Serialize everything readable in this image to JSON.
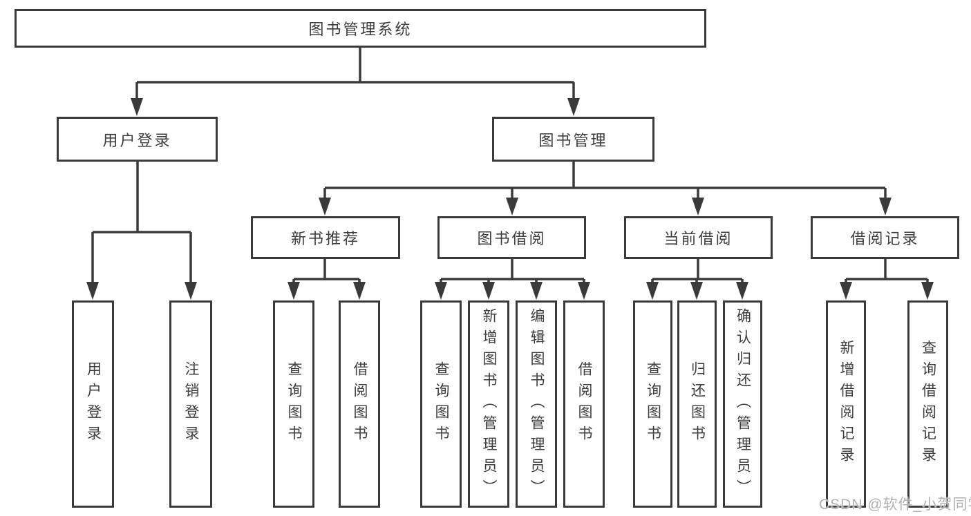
{
  "diagram_title": "图书管理系统",
  "tree": {
    "root": {
      "label": "图书管理系统"
    },
    "branches": [
      {
        "label": "用户登录",
        "children": [
          {
            "label": "用户登录"
          },
          {
            "label": "注销登录"
          }
        ]
      },
      {
        "label": "图书管理",
        "children": [
          {
            "label": "新书推荐",
            "children": [
              {
                "label": "查询图书"
              },
              {
                "label": "借阅图书"
              }
            ]
          },
          {
            "label": "图书借阅",
            "children": [
              {
                "label": "查询图书"
              },
              {
                "label": "新增图书（管理员）"
              },
              {
                "label": "编辑图书（管理员）"
              },
              {
                "label": "借阅图书"
              }
            ]
          },
          {
            "label": "当前借阅",
            "children": [
              {
                "label": "查询图书"
              },
              {
                "label": "归还图书"
              },
              {
                "label": "确认归还（管理员）"
              }
            ]
          },
          {
            "label": "借阅记录",
            "children": [
              {
                "label": "新增借阅记录"
              },
              {
                "label": "查询借阅记录"
              }
            ]
          }
        ]
      }
    ]
  },
  "watermark": "CSDN @软件_小贺同学",
  "colors": {
    "line": "#3a3a3a",
    "box_border": "#3a3a3a",
    "box_fill": "#ffffff",
    "text": "#3d3d3d",
    "watermark": "#a8a8a8"
  }
}
